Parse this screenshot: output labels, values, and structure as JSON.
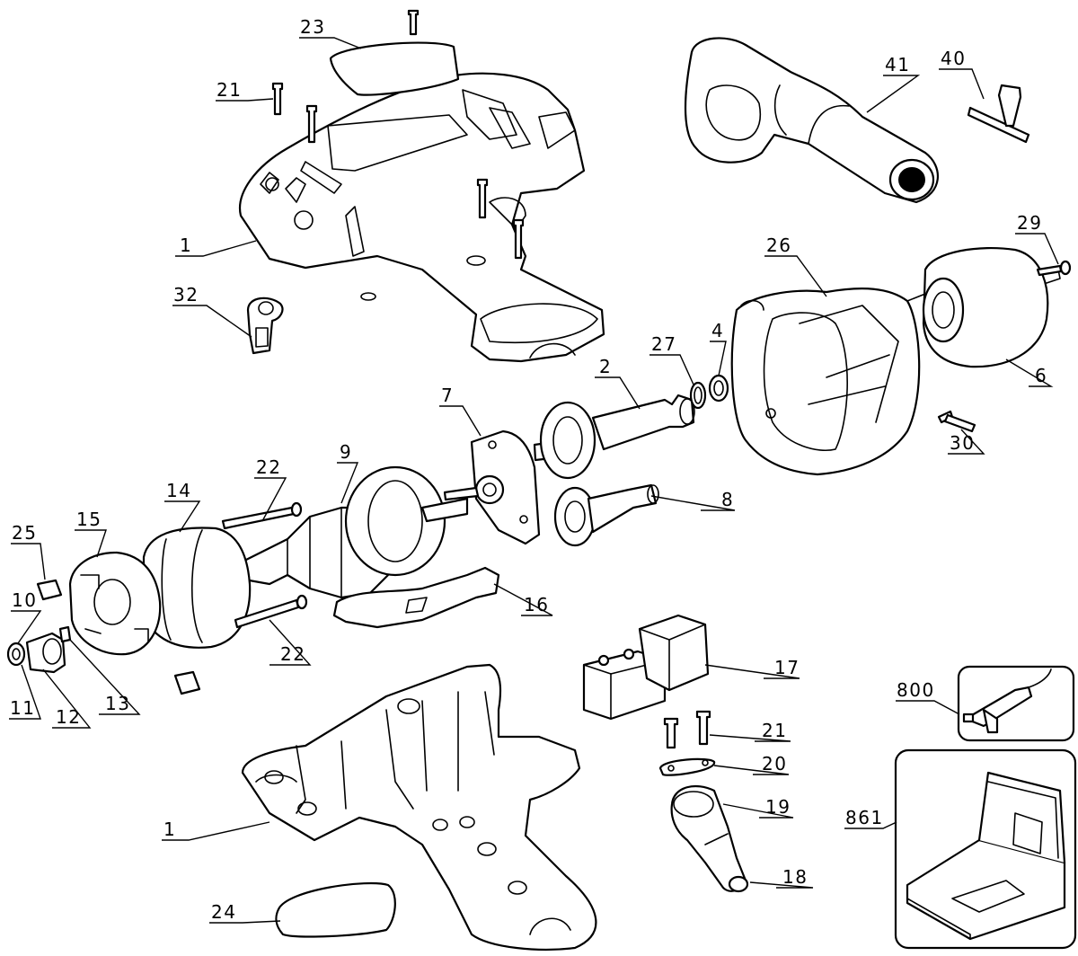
{
  "diagram": {
    "callouts": [
      {
        "id": "c23a",
        "label": "23"
      },
      {
        "id": "c21a",
        "label": "21"
      },
      {
        "id": "c1a",
        "label": "1"
      },
      {
        "id": "c32",
        "label": "32"
      },
      {
        "id": "c41",
        "label": "41"
      },
      {
        "id": "c40",
        "label": "40"
      },
      {
        "id": "c29",
        "label": "29"
      },
      {
        "id": "c26",
        "label": "26"
      },
      {
        "id": "c27",
        "label": "27"
      },
      {
        "id": "c4",
        "label": "4"
      },
      {
        "id": "c2",
        "label": "2"
      },
      {
        "id": "c6",
        "label": "6"
      },
      {
        "id": "c7",
        "label": "7"
      },
      {
        "id": "c30",
        "label": "30"
      },
      {
        "id": "c22a",
        "label": "22"
      },
      {
        "id": "c9",
        "label": "9"
      },
      {
        "id": "c8",
        "label": "8"
      },
      {
        "id": "c14",
        "label": "14"
      },
      {
        "id": "c25",
        "label": "25"
      },
      {
        "id": "c15",
        "label": "15"
      },
      {
        "id": "c16",
        "label": "16"
      },
      {
        "id": "c10",
        "label": "10"
      },
      {
        "id": "c22b",
        "label": "22"
      },
      {
        "id": "c17",
        "label": "17"
      },
      {
        "id": "c11",
        "label": "11"
      },
      {
        "id": "c12",
        "label": "12"
      },
      {
        "id": "c13",
        "label": "13"
      },
      {
        "id": "c800",
        "label": "800"
      },
      {
        "id": "c21b",
        "label": "21"
      },
      {
        "id": "c20",
        "label": "20"
      },
      {
        "id": "c19",
        "label": "19"
      },
      {
        "id": "c861",
        "label": "861"
      },
      {
        "id": "c1b",
        "label": "1"
      },
      {
        "id": "c18",
        "label": "18"
      },
      {
        "id": "c24",
        "label": "24"
      }
    ]
  }
}
